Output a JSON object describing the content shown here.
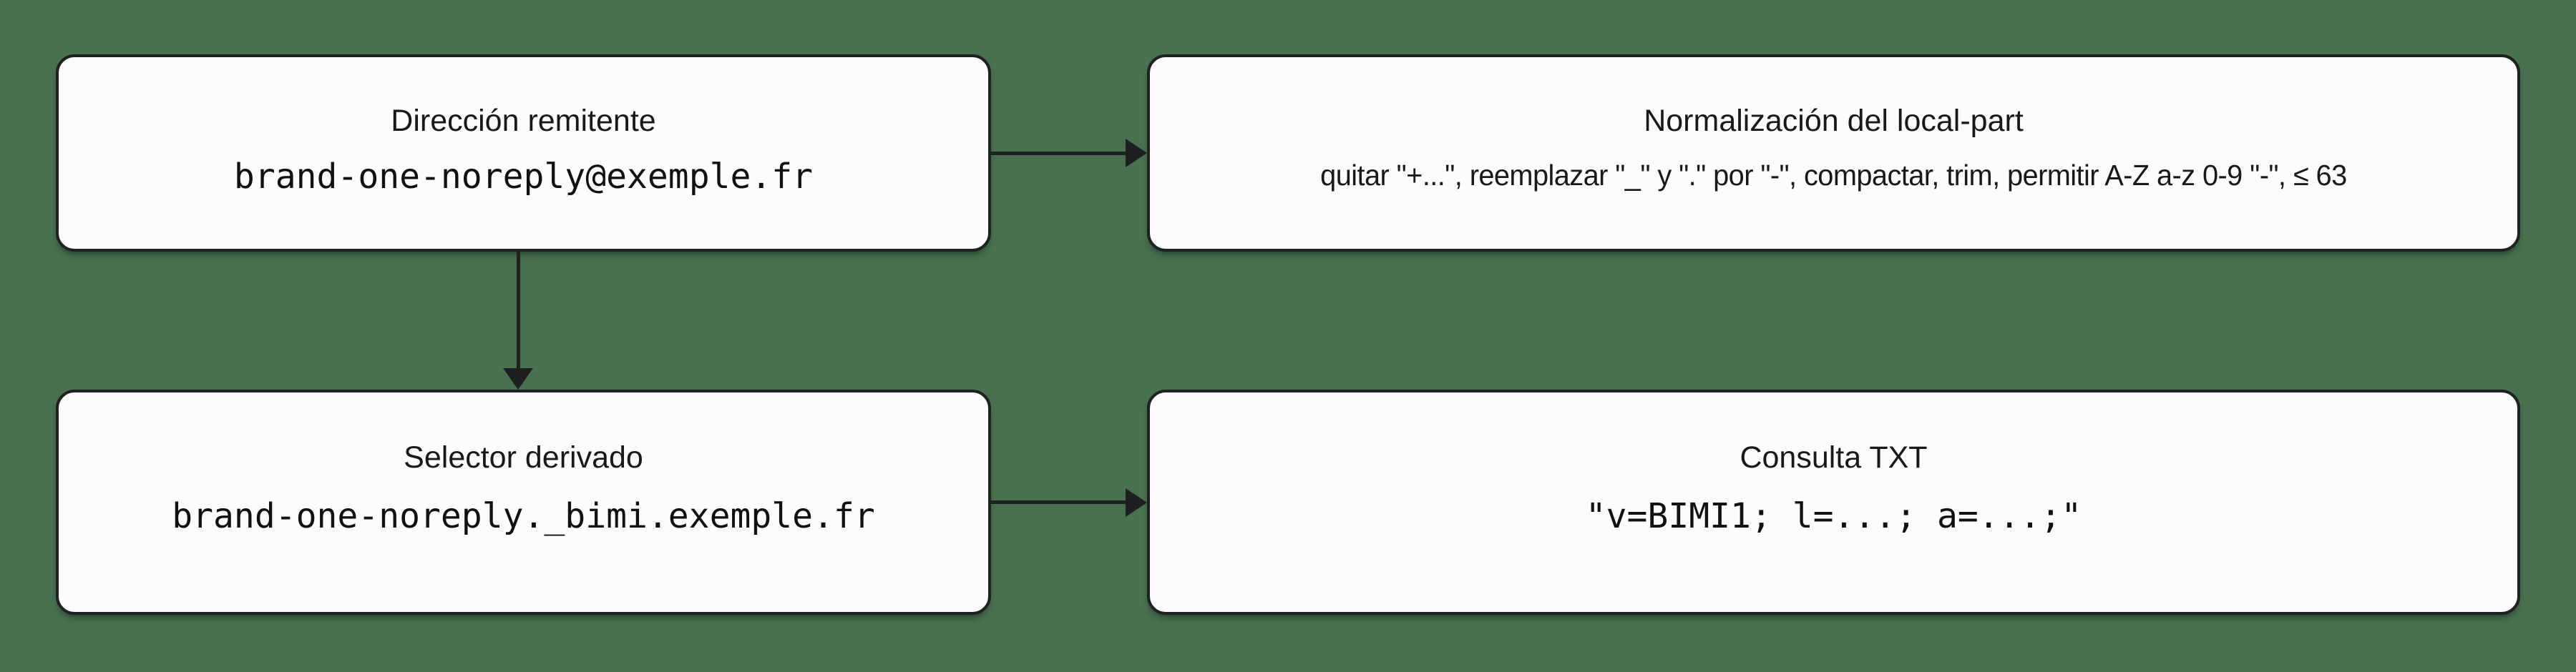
{
  "canvas": {
    "background_color": "#48714f",
    "node_fill_color": "#fcfcfc",
    "node_border_color": "#1f2223",
    "arrow_color": "#1d1f20"
  },
  "nodes": {
    "sender": {
      "title": "Dirección remitente",
      "value": "brand-one-noreply@exemple.fr"
    },
    "normalizacion": {
      "title": "Normalización del local-part",
      "value": "quitar \"+...\", reemplazar \"_\" y \".\" por \"-\", compactar, trim, permitir A-Z a-z 0-9 \"-\", ≤ 63"
    },
    "selector": {
      "title": "Selector derivado",
      "value": "brand-one-noreply._bimi.exemple.fr"
    },
    "consulta": {
      "title": "Consulta TXT",
      "value": "\"v=BIMI1; l=...; a=...;\""
    }
  },
  "edges": [
    {
      "from": "sender",
      "to": "normalizacion",
      "direction": "right"
    },
    {
      "from": "sender",
      "to": "selector",
      "direction": "down"
    },
    {
      "from": "selector",
      "to": "consulta",
      "direction": "right"
    }
  ]
}
